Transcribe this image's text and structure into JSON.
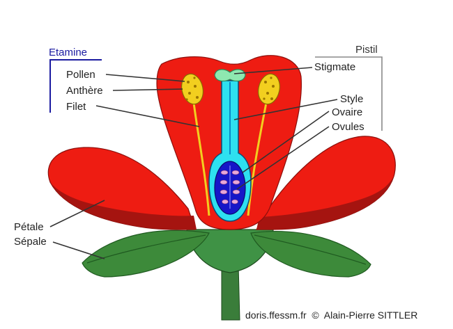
{
  "groups": {
    "etamine": "Etamine",
    "pistil": "Pistil"
  },
  "labels": {
    "pollen": "Pollen",
    "anthere": "Anthère",
    "filet": "Filet",
    "stigmate": "Stigmate",
    "style": "Style",
    "ovaire": "Ovaire",
    "ovules": "Ovules",
    "petale": "Pétale",
    "sepale": "Sépale"
  },
  "credit": "doris.ffessm.fr  ©  Alain-Pierre SITTLER",
  "colors": {
    "petal": "#ee1c12",
    "petal_dark": "#a51410",
    "sepal": "#3d8a3a",
    "sepal_dark": "#1f5a20",
    "pistil_cyan": "#2ee0f0",
    "ovary_blue": "#1616c8",
    "ovule_pink": "#e7a8d8",
    "anther_yellow": "#f2cf1f",
    "stigma_green": "#8ee8b0",
    "etamine_blue": "#1a1aa0",
    "stem_green": "#3a7d3a"
  }
}
